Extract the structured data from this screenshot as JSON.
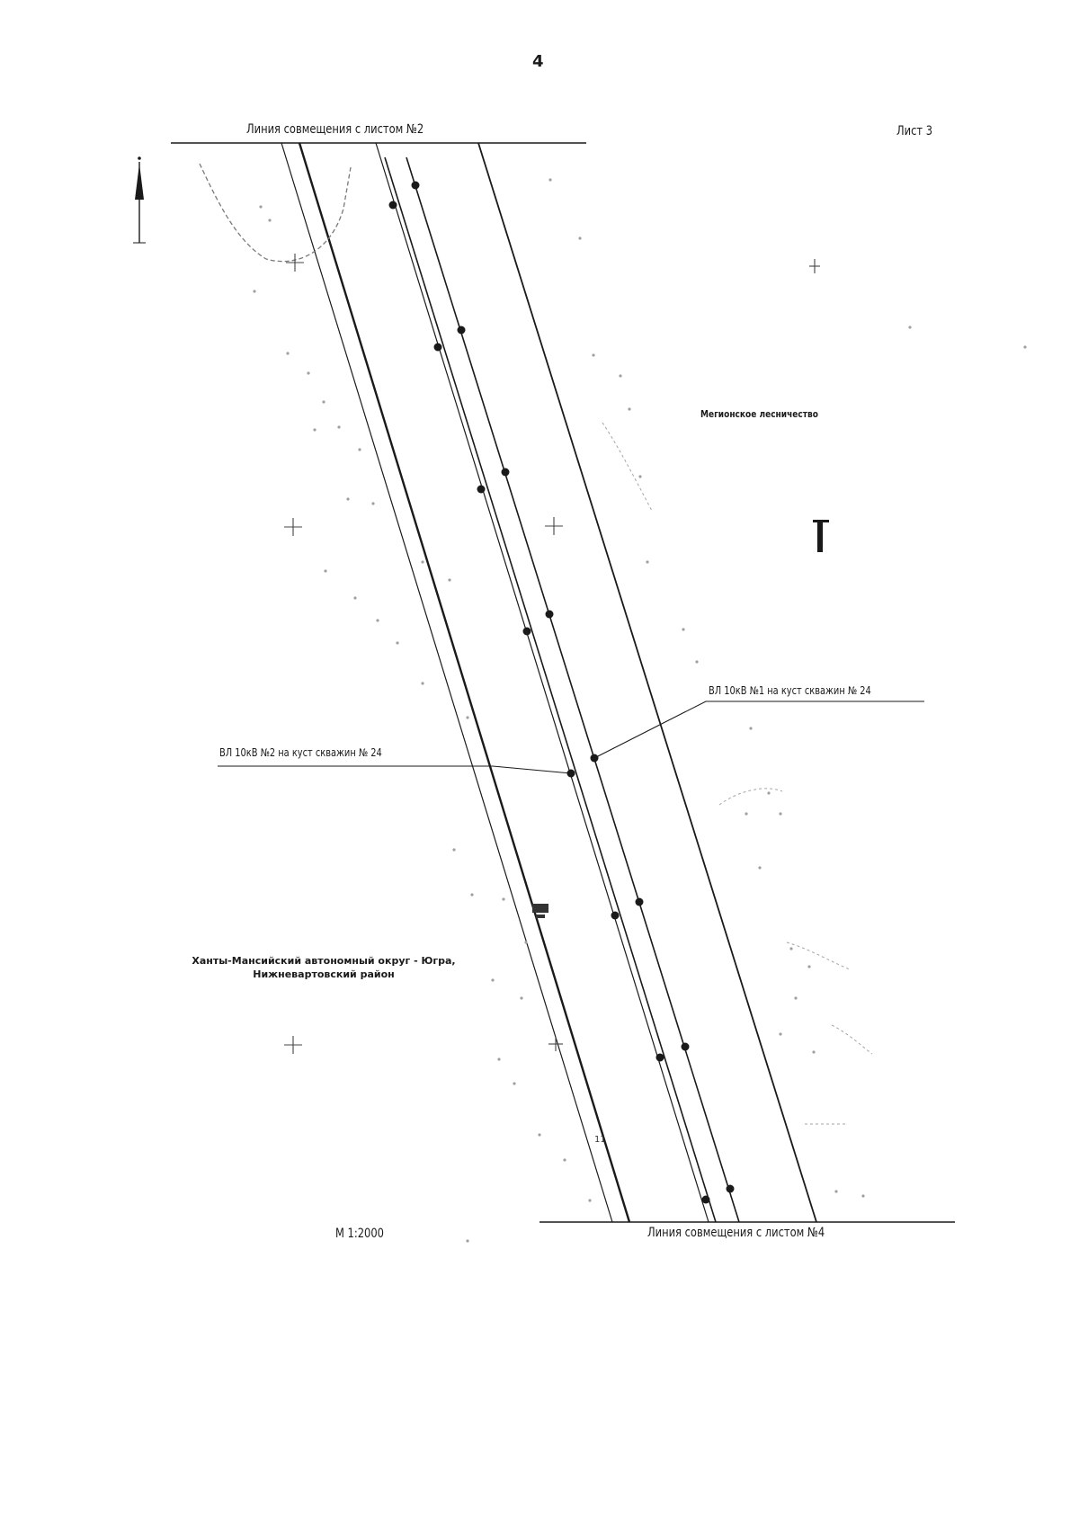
{
  "page_number": "4",
  "sheet_label": "Лист 3",
  "match_line_top": "Линия совмещения с листом №2",
  "match_line_bottom": "Линия совмещения с листом №4",
  "forestry_label": "Мегионское лесничество",
  "power_line_1_label": "ВЛ 10кВ №1 на куст скважин № 24",
  "power_line_2_label": "ВЛ 10кВ №2 на куст скважин № 24",
  "region_label": {
    "line1": "Ханты-Мансийский автономный округ - Югра,",
    "line2": "Нижневартовский район"
  },
  "scale_label": "М 1:2000",
  "pole_marker_label": "11",
  "colors": {
    "ink": "#1a1a1a",
    "faint_ink": "#9a9a9a",
    "background": "#ffffff"
  },
  "icons": [
    "north-arrow-icon",
    "grid-cross-icon",
    "marsh-symbol-icon",
    "survey-point-icon"
  ]
}
